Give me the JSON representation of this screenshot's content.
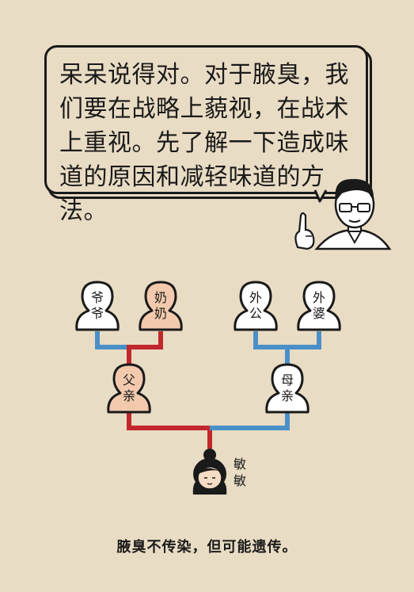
{
  "speech": {
    "text": "呆呆说得对。对于腋臭，我们要在战略上藐视，在战术上重视。先了解一下造成味道的原因和减轻味道的方法。"
  },
  "tree": {
    "grandpa_paternal": [
      "爷",
      "爷"
    ],
    "grandma_paternal": [
      "奶",
      "奶"
    ],
    "grandpa_maternal": [
      "外",
      "公"
    ],
    "grandma_maternal": [
      "外",
      "婆"
    ],
    "father": [
      "父",
      "亲"
    ],
    "mother": [
      "母",
      "亲"
    ],
    "child": [
      "敏",
      "敏"
    ]
  },
  "caption": "腋臭不传染，但可能遗传。",
  "colors": {
    "background": "#e9dcc4",
    "red_line": "#c1272d",
    "blue_line": "#4a90c8",
    "pink_figure": "#f3c9ad",
    "white_figure": "#ffffff"
  }
}
